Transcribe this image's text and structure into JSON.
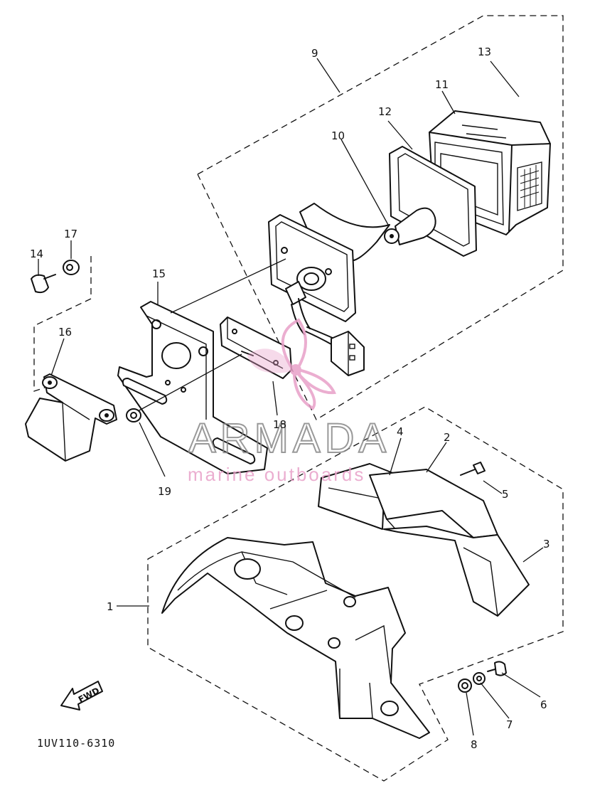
{
  "diagram": {
    "code": "1UV110-6310",
    "fwd_label": "FWD",
    "callouts": [
      "1",
      "2",
      "3",
      "4",
      "5",
      "6",
      "7",
      "8",
      "9",
      "10",
      "11",
      "12",
      "13",
      "14",
      "15",
      "16",
      "17",
      "18",
      "19"
    ]
  },
  "watermark": {
    "brand": "ARMADA",
    "tagline": "marine outboards",
    "brand_color": "#888888",
    "accent_color": "#e8a0c8"
  }
}
